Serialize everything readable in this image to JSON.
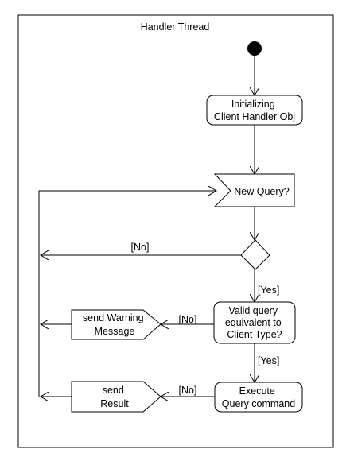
{
  "diagram": {
    "title": "Handler Thread",
    "nodes": {
      "start": {
        "kind": "initial-node"
      },
      "init": {
        "kind": "action",
        "lines": [
          "Initializing",
          "Client Handler Obj"
        ]
      },
      "new_query": {
        "kind": "accept-event",
        "lines": [
          "New Query?"
        ]
      },
      "decision_query": {
        "kind": "decision"
      },
      "valid_query": {
        "kind": "action",
        "lines": [
          "Valid query",
          "equivalent to",
          "Client Type?"
        ]
      },
      "send_warning": {
        "kind": "send-signal",
        "lines": [
          "send Warning",
          "Message"
        ]
      },
      "execute": {
        "kind": "action",
        "lines": [
          "Execute",
          "Query command"
        ]
      },
      "send_result": {
        "kind": "send-signal",
        "lines": [
          "send",
          "Result"
        ]
      }
    },
    "edges": [
      {
        "from": "start",
        "to": "init",
        "label": ""
      },
      {
        "from": "init",
        "to": "new_query",
        "label": ""
      },
      {
        "from": "new_query",
        "to": "decision_query",
        "label": ""
      },
      {
        "from": "decision_query",
        "to": "new_query",
        "label": "[No]"
      },
      {
        "from": "decision_query",
        "to": "valid_query",
        "label": "[Yes]"
      },
      {
        "from": "valid_query",
        "to": "send_warning",
        "label": "[No]"
      },
      {
        "from": "valid_query",
        "to": "execute",
        "label": "[Yes]"
      },
      {
        "from": "execute",
        "to": "send_result",
        "label": "[No]"
      },
      {
        "from": "send_warning",
        "to": "new_query",
        "label": ""
      },
      {
        "from": "send_result",
        "to": "new_query",
        "label": ""
      }
    ]
  }
}
